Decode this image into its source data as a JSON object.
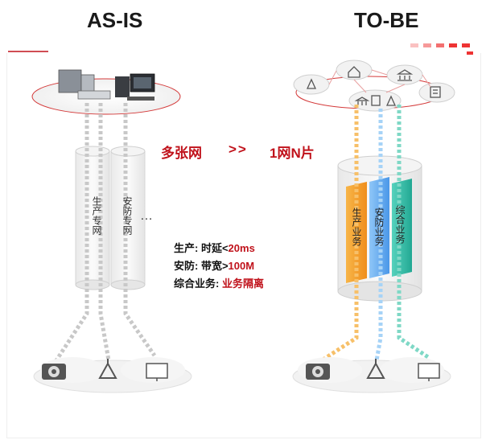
{
  "titles": {
    "as_is": "AS-IS",
    "to_be": "TO-BE"
  },
  "transition": {
    "left": "多张网",
    "arrow": ">>",
    "right": "1网N片"
  },
  "as_is": {
    "pipes": [
      {
        "label": "生产专网"
      },
      {
        "label": "安防专网"
      }
    ],
    "more": "…"
  },
  "to_be": {
    "slices": [
      {
        "label": "生产业务",
        "color": "#f5a623"
      },
      {
        "label": "安防业务",
        "color": "#5fa8f0"
      },
      {
        "label": "综合业务",
        "color": "#2fb8a5"
      }
    ]
  },
  "requirements": [
    {
      "prefix": "生产: 时延<",
      "highlight": "20ms"
    },
    {
      "prefix": "安防: 带宽>",
      "highlight": "100M"
    },
    {
      "prefix": "综合业务: ",
      "highlight": "业务隔离"
    }
  ],
  "colors": {
    "accent": "#c0121b",
    "production": "#f5a623",
    "security": "#5fa8f0",
    "comprehensive": "#2fb8a5"
  },
  "icons": [
    "server-icon",
    "computer-icon",
    "camera-icon",
    "monitor-icon",
    "building-icon",
    "house-icon",
    "tower-icon",
    "bank-icon"
  ]
}
